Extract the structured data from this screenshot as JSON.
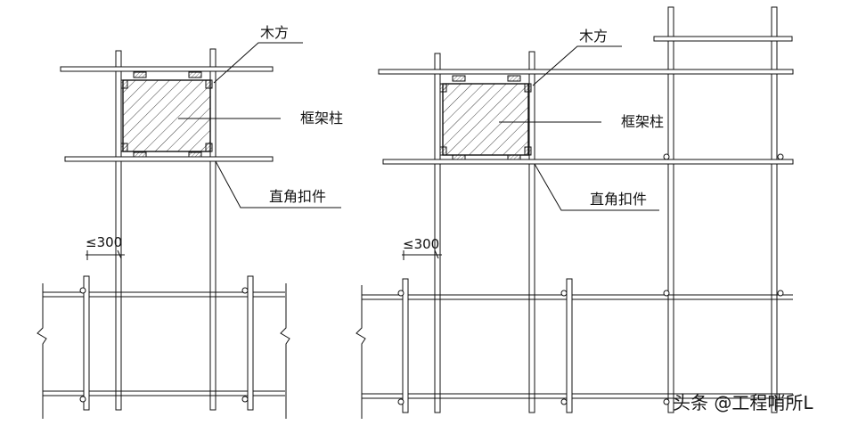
{
  "labels": {
    "timber": "木方",
    "frame_column": "框架柱",
    "right_angle_fastener": "直角扣件",
    "spacing": "≤300"
  },
  "watermark": "头条 @工程哨所L",
  "colors": {
    "line": "#111111",
    "background": "#ffffff"
  }
}
